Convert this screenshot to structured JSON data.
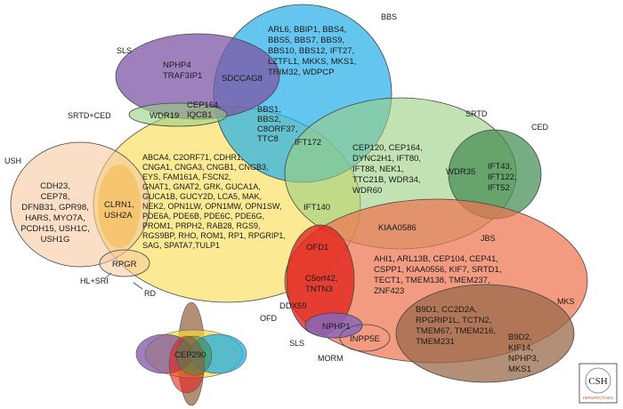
{
  "disease_labels": {
    "bbs": "BBS",
    "sls_top": "SLS",
    "srtd_ced": "SRTD+CED",
    "srtd": "SRTD",
    "ced": "CED",
    "ush": "USH",
    "hl_sri": "HL+SRI",
    "rd": "RD",
    "jbs": "JBS",
    "mks": "MKS",
    "ofd": "OFD",
    "sls_bottom": "SLS",
    "morm": "MORM"
  },
  "gene_groups": {
    "bbs": [
      "ARL6, BBIP1, BBS4,",
      "BBS5, BBS7, BBS9,",
      "BBS10, BBS12, IFT27,",
      "LZTFL1, MKKS, MKS1,",
      "TRIM32, WDPCP"
    ],
    "sls": [
      "NPHP4",
      "TRAF3IP1"
    ],
    "sdccag8": [
      "SDCCAG8"
    ],
    "cep164_rd_sls": [
      "CEP164,",
      "IQCB1"
    ],
    "wdr19": [
      "WDR19"
    ],
    "bbs_rd": [
      "BBS1,",
      "BBS2,",
      "C8ORF37,",
      "TTC8"
    ],
    "ift172": [
      "IFT172"
    ],
    "srtd": [
      "CEP120, CEP164,",
      "DYNC2H1, IFT80,",
      "IFT88, NEK1,",
      "TTC21B, WDR34,",
      "WDR60"
    ],
    "wdr35": [
      "WDR35"
    ],
    "ced": [
      "IFT43,",
      "IFT122,",
      "IFT52"
    ],
    "ift140": [
      "IFT140"
    ],
    "rd": [
      "ABCA4, C2ORF71, CDHR1,",
      "CNGA1, CNGA3, CNGB1, CNGB3,",
      "EYS, FAM161A, FSCN2,",
      "GNAT1, GNAT2, GRK, GUCA1A,",
      "GUCA1B, GUCY2D, LCA5, MAK,",
      "NEK2, OPN1LW, OPN1MW, OPN1SW,",
      "PDE6A, PDE6B, PDE6C, PDE6G,",
      "PROM1, PRPH2, RAB28, RGS9,",
      "RGS9BP, RHO, ROM1, RP1, RPGRIP1,",
      "SAG, SPATA7,TULP1"
    ],
    "ush": [
      "CDH23,",
      "CEP78,",
      "DFNB31, GPR98,",
      "HARS, MYO7A,",
      "PCDH15, USH1C,",
      "USH1G"
    ],
    "clrn1": [
      "CLRN1,",
      "USH2A"
    ],
    "rpgr": [
      "RPGR"
    ],
    "kiaa0586": [
      "KIAA0586"
    ],
    "ofd1": [
      "OFD1"
    ],
    "c5orf42": [
      "C5orf42,",
      "TNTN3"
    ],
    "jbs": [
      "AHI1, ARL13B, CEP104, CEP41,",
      "CSPP1, KIAA0556, KIF7, SRTD1,",
      "TECT1, TMEM138, TMEM237,",
      "ZNF423"
    ],
    "ddx59": [
      "DDX59"
    ],
    "nphp1": [
      "NPHP1"
    ],
    "inpp5e": [
      "INPP5E"
    ],
    "jbs_mks": [
      "B9D1, CC2D2A,",
      "RPGRIP1L, TCTN2,",
      "TMEM67, TMEM216,",
      "TMEM231"
    ],
    "mks": [
      "B9D2,",
      "KIF14,",
      "NPHP3,",
      "MKS1"
    ],
    "cep290": [
      "CEP290"
    ]
  },
  "logo": {
    "lines": [
      "CSH",
      "PERSPECTIVES"
    ]
  },
  "colors": {
    "bbs": "#22aee8",
    "sls": "#7d56a6",
    "srtd": "#9bcf80",
    "ced": "#3f8a4e",
    "rd": "#f7d93a",
    "ush": "#f7c8a0",
    "jbs": "#ef7550",
    "mks": "#9a6a4a",
    "ofd": "#e2221d",
    "purple_small": "#8866bb"
  }
}
